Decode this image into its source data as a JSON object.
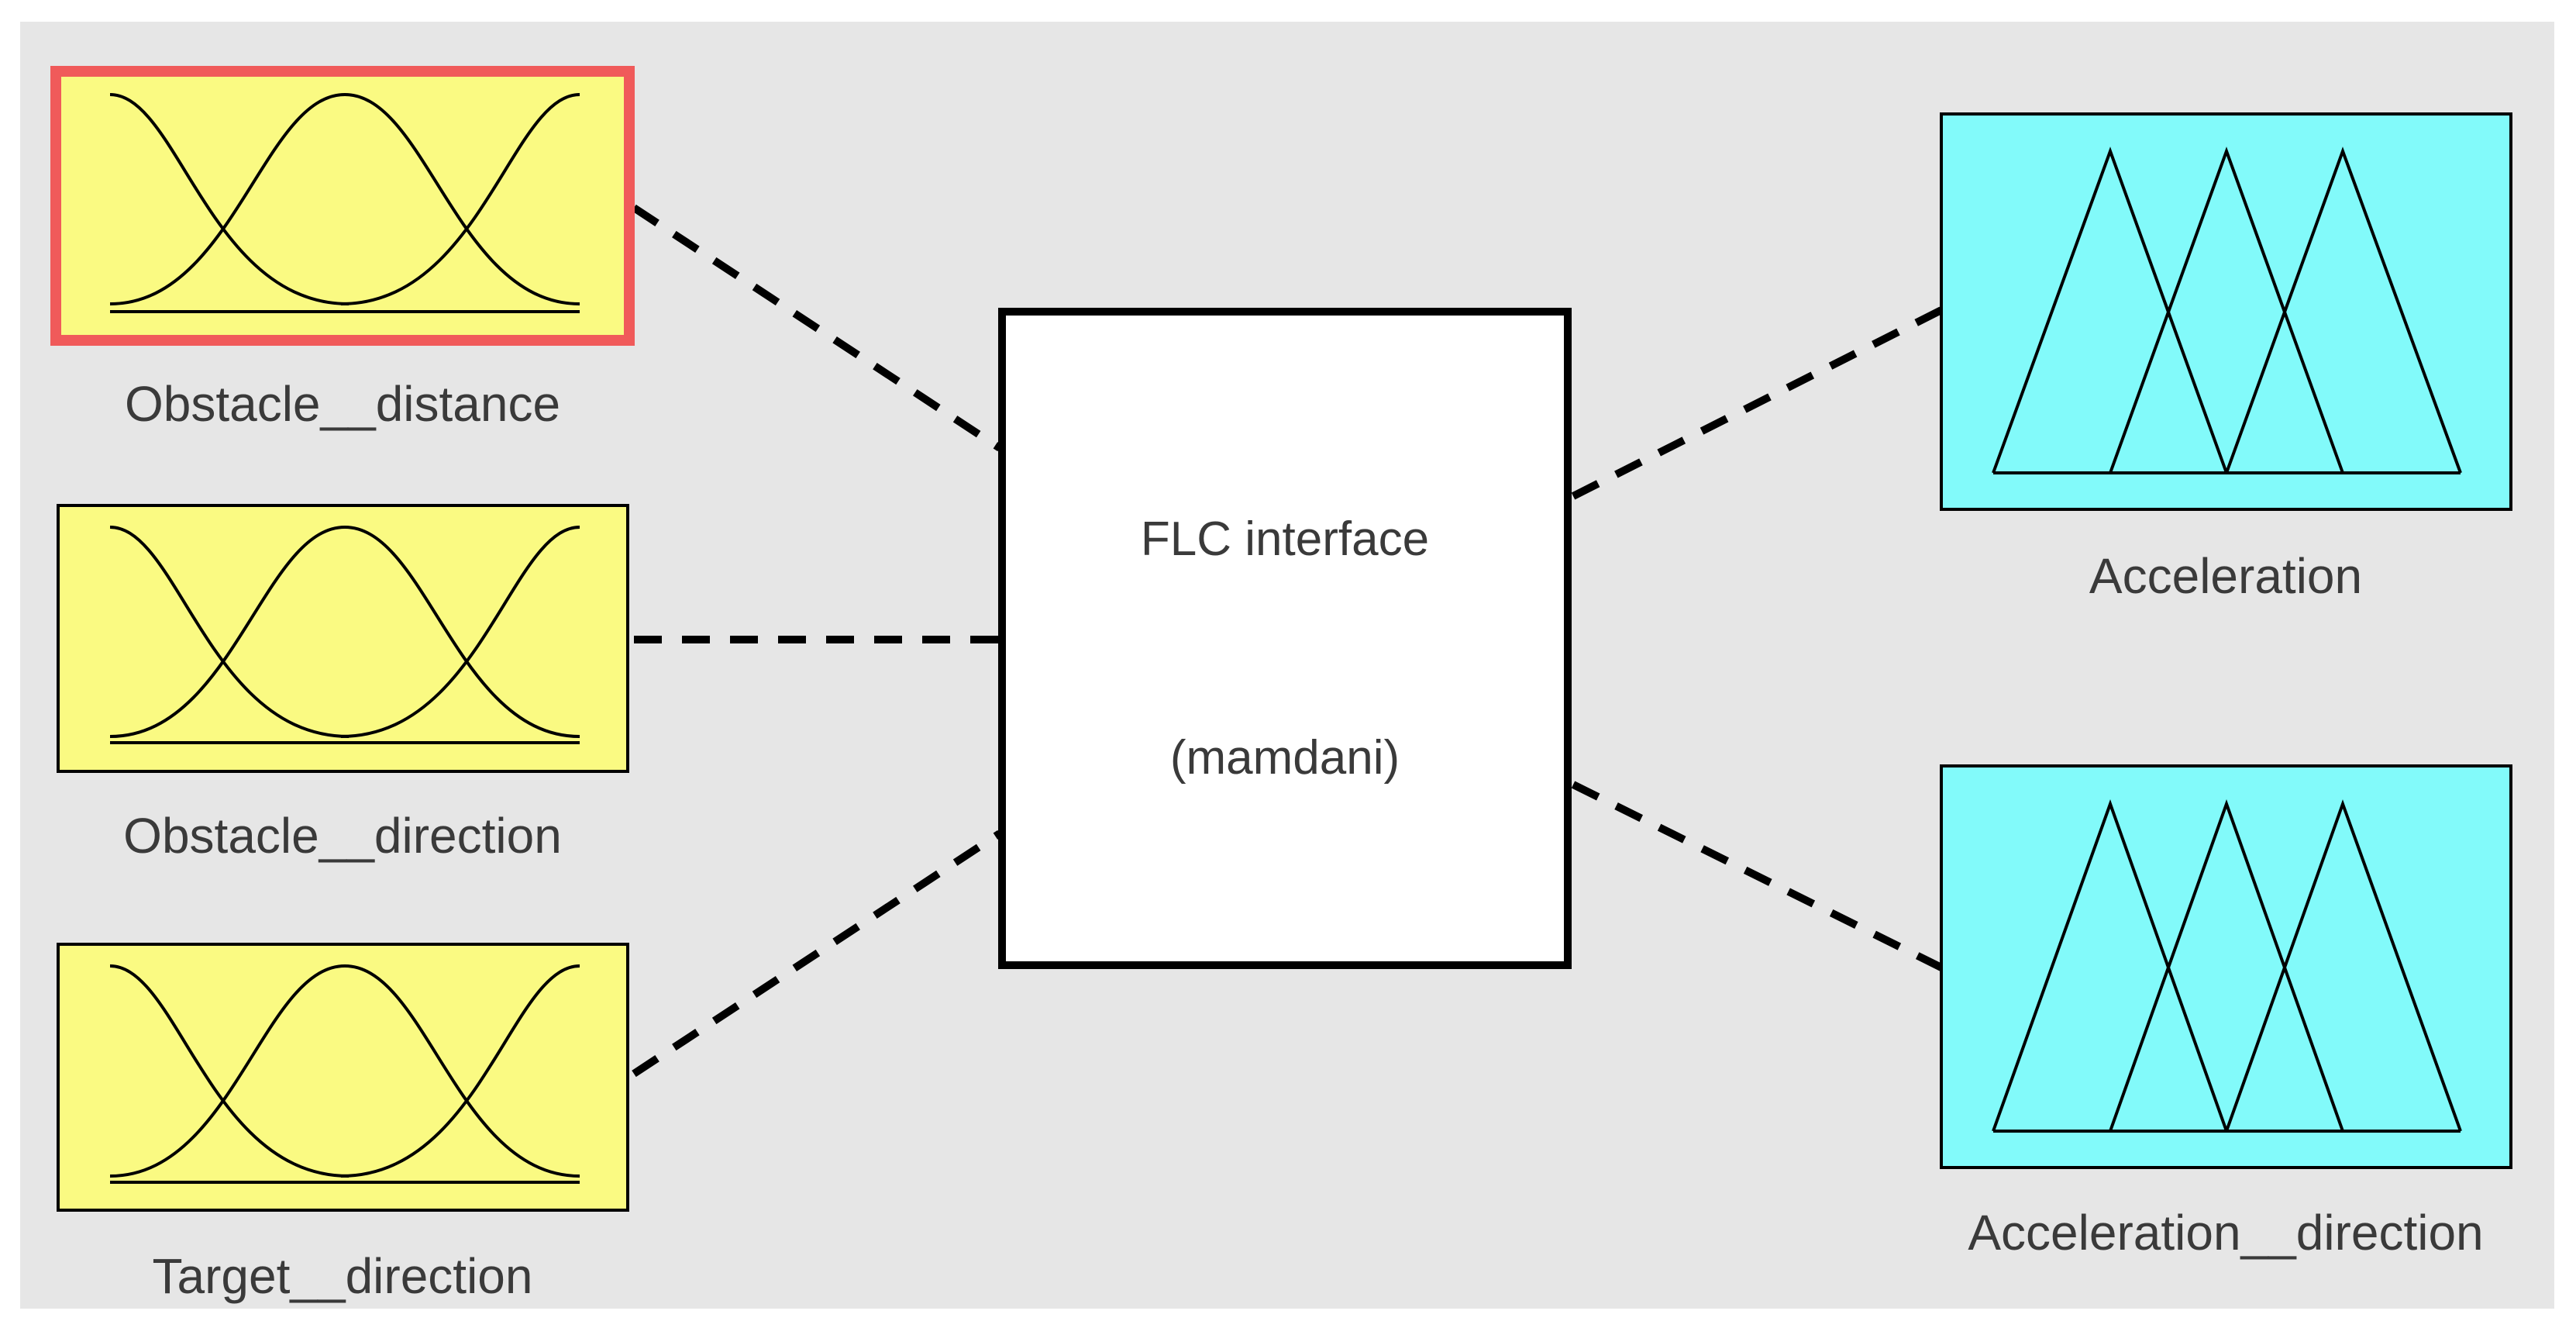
{
  "system": {
    "name": "FLC interface",
    "type": "(mamdani)"
  },
  "inputs": [
    {
      "name": "Obstacle__distance",
      "selected": true,
      "mf_shape": "gaussian",
      "mf_count": 3,
      "color": "#fafa82"
    },
    {
      "name": "Obstacle__direction",
      "selected": false,
      "mf_shape": "gaussian",
      "mf_count": 3,
      "color": "#fafa82"
    },
    {
      "name": "Target__direction",
      "selected": false,
      "mf_shape": "gaussian",
      "mf_count": 3,
      "color": "#fafa82"
    }
  ],
  "outputs": [
    {
      "name": "Acceleration",
      "mf_shape": "triangular",
      "mf_count": 3,
      "color": "#82fafa"
    },
    {
      "name": "Acceleration__direction",
      "mf_shape": "triangular",
      "mf_count": 3,
      "color": "#82fafa"
    }
  ],
  "colors": {
    "background": "#e6e6e6",
    "input_fill": "#fafa82",
    "output_fill": "#82fafa",
    "selected_border": "#f05a5a",
    "system_fill": "#ffffff"
  }
}
